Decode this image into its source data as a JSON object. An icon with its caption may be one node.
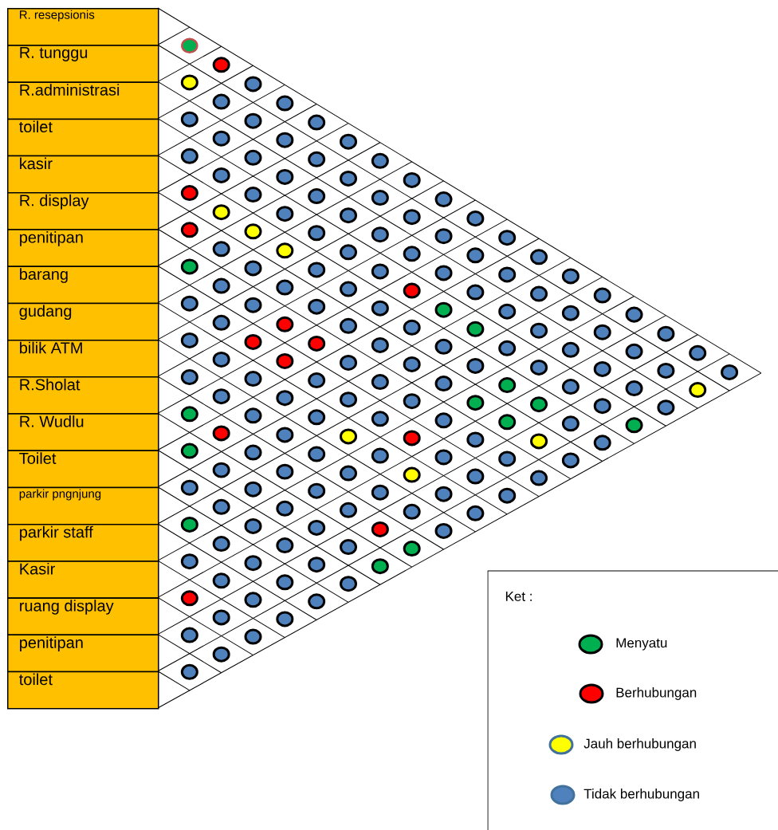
{
  "diagram": {
    "nodes": [
      {
        "text": [
          "R. resepsionis"
        ]
      },
      {
        "text": [
          "R. tunggu"
        ]
      },
      {
        "text": [
          "R.administrasi"
        ]
      },
      {
        "text": [
          "toilet"
        ]
      },
      {
        "text": [
          "kasir"
        ]
      },
      {
        "text": [
          "R. display"
        ]
      },
      {
        "text": [
          "penitipan"
        ]
      },
      {
        "text": [
          "barang"
        ]
      },
      {
        "text": [
          "gudang"
        ]
      },
      {
        "text": [
          "bilik ATM"
        ]
      },
      {
        "text": [
          "R.Sholat"
        ]
      },
      {
        "text": [
          "R. Wudlu"
        ]
      },
      {
        "text": [
          "Toilet"
        ]
      },
      {
        "text": [
          "parkir pngnjung"
        ]
      },
      {
        "text": [
          "parkir staff"
        ]
      },
      {
        "text": [
          "Kasir"
        ]
      },
      {
        "text": [
          "ruang display"
        ]
      },
      {
        "text": [
          "penitipan"
        ]
      },
      {
        "text": [
          "toilet"
        ]
      }
    ],
    "labels": [
      "Ket :"
    ],
    "legend": [
      {
        "text": "Menyatu",
        "color": "#00b050"
      },
      {
        "text": "Berhubungan",
        "color": "#ff0000"
      },
      {
        "text": "Jauh berhubungan",
        "color": "#ffff00"
      },
      {
        "text": "Tidak berhubungan",
        "color": "#4f81bd"
      }
    ]
  }
}
